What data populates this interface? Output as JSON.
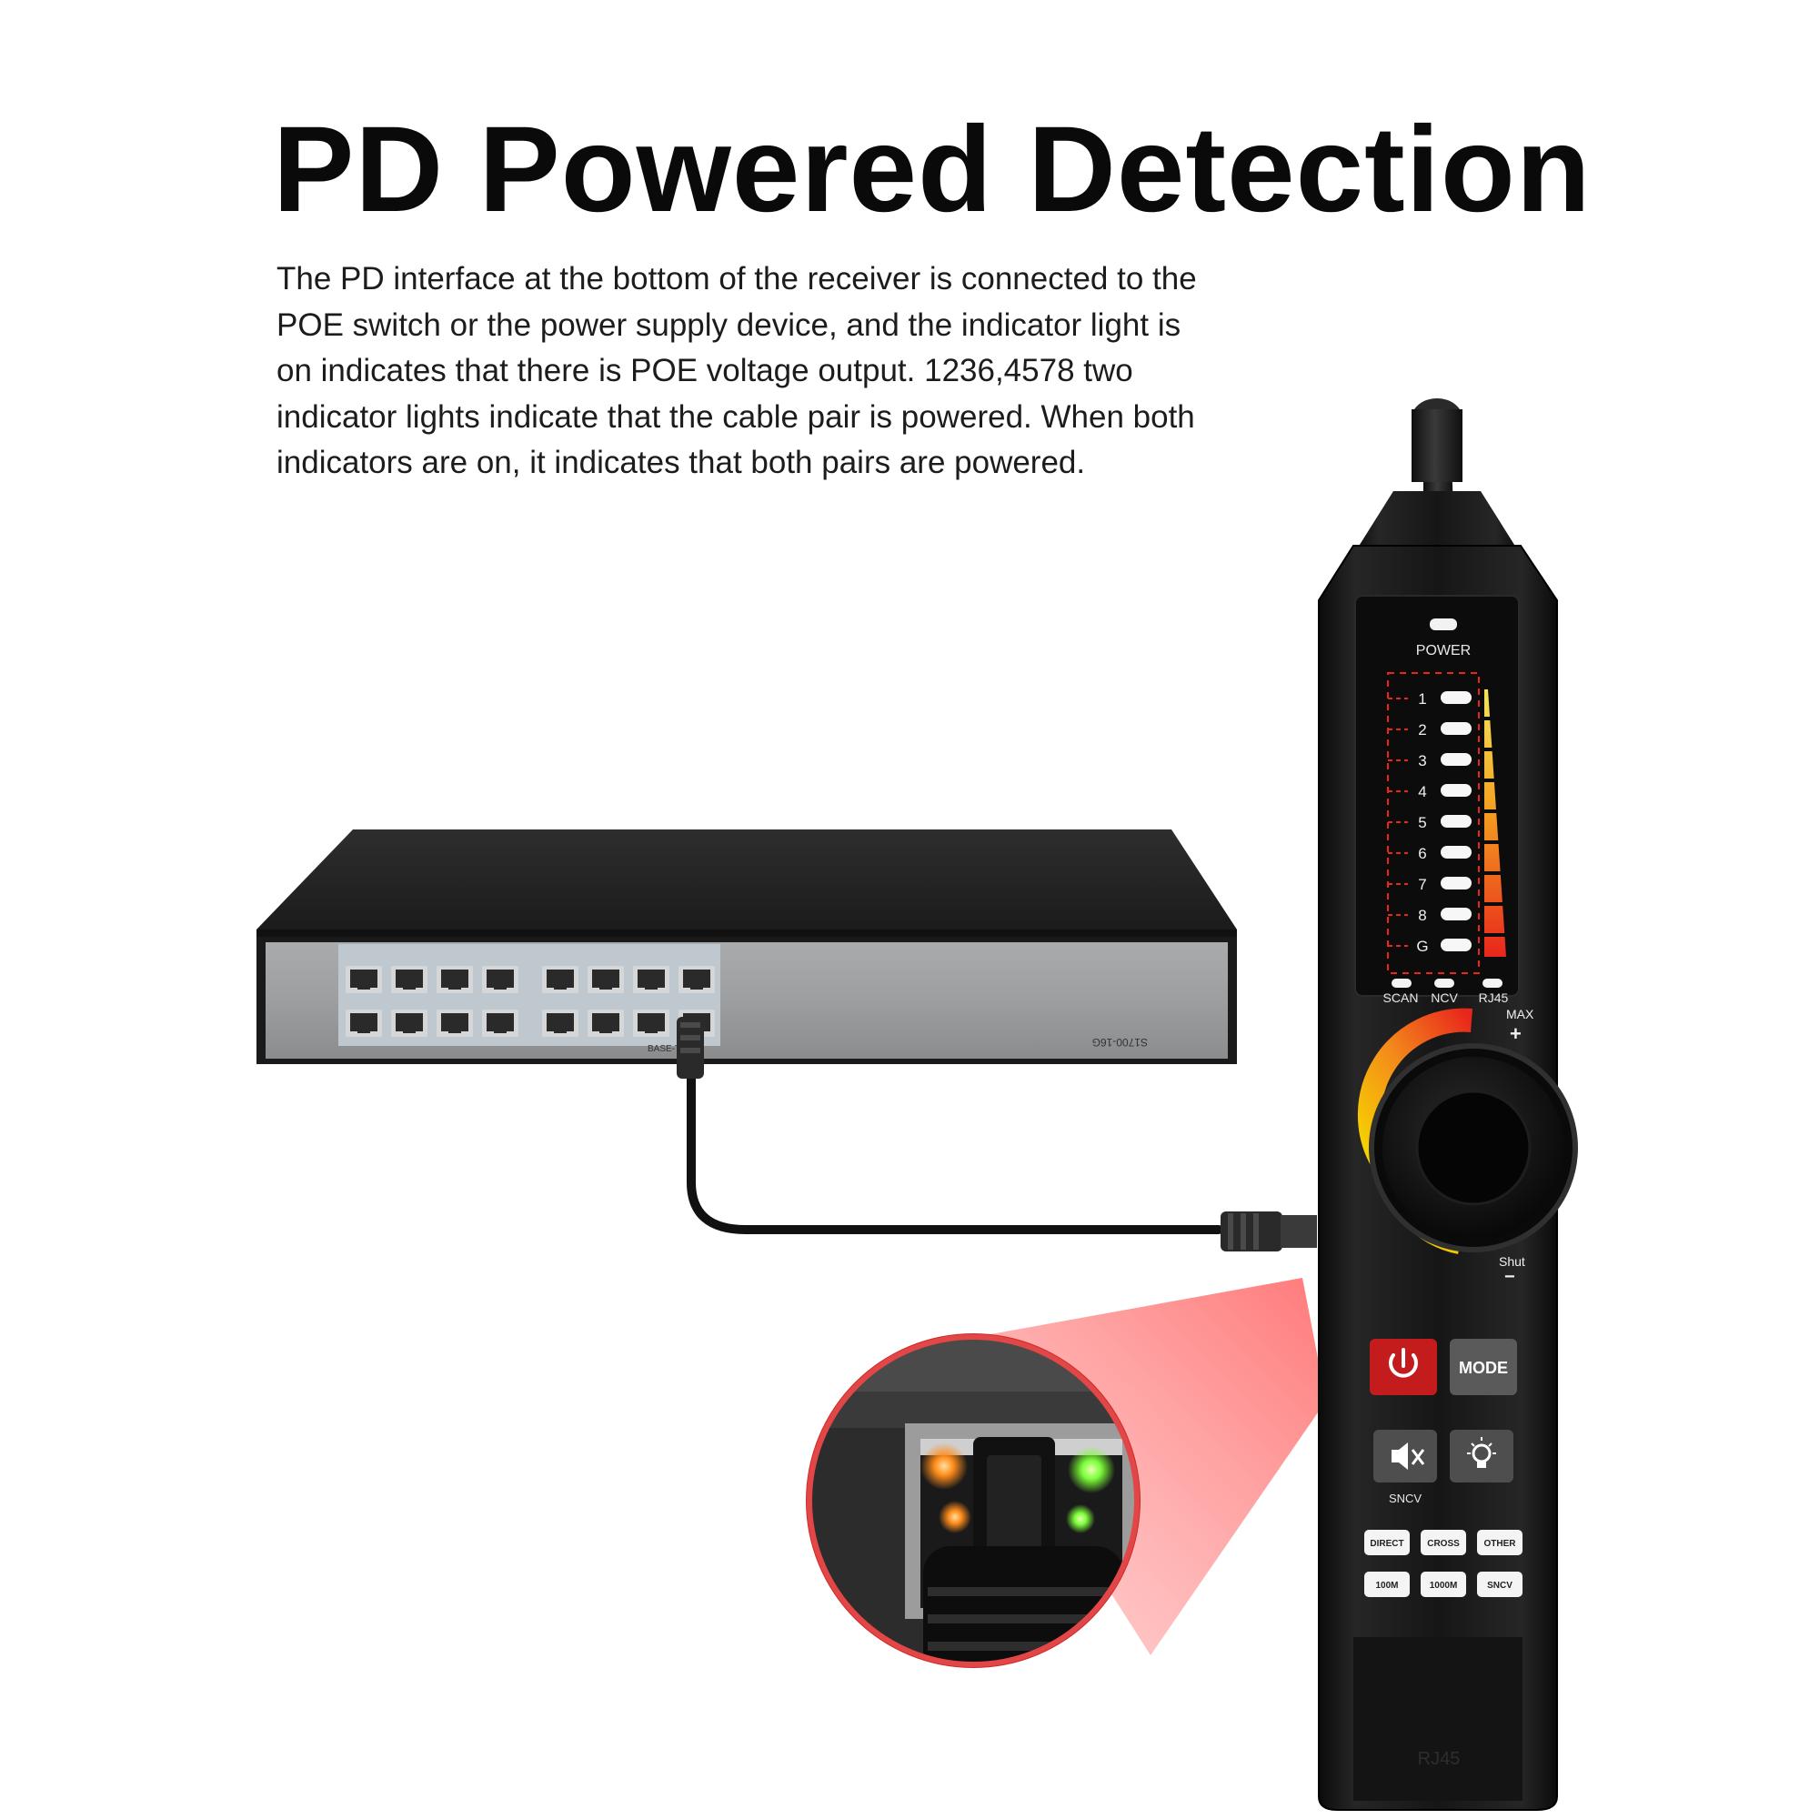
{
  "headline": "PD Powered Detection",
  "description": "The PD interface at the bottom of the receiver is connected to the POE switch or the power supply device, and the indicator light is on indicates that there is POE voltage output. 1236,4578 two indicator lights indicate that the cable pair is powered. When both indicators are on, it indicates that both pairs are powered.",
  "switch": {
    "model_label": "S1700-16G",
    "port_label": "BASE-T"
  },
  "tester": {
    "power_label": "POWER",
    "wire_labels": [
      "1",
      "2",
      "3",
      "4",
      "5",
      "6",
      "7",
      "8",
      "G"
    ],
    "status_labels": [
      "SCAN",
      "NCV",
      "RJ45"
    ],
    "max_label": "MAX",
    "plus_label": "+",
    "shut_label": "Shut",
    "minus_label": "−",
    "mode_label": "MODE",
    "sncv_label": "SNCV",
    "mode_keys": [
      "DIRECT",
      "CROSS",
      "OTHER",
      "100M",
      "1000M",
      "SNCV"
    ],
    "bottom_label": "RJ45"
  },
  "colors": {
    "accent_red": "#e8261c",
    "led_orange": "#ff8c1a",
    "led_green": "#7cff3a",
    "body_black": "#141414"
  }
}
